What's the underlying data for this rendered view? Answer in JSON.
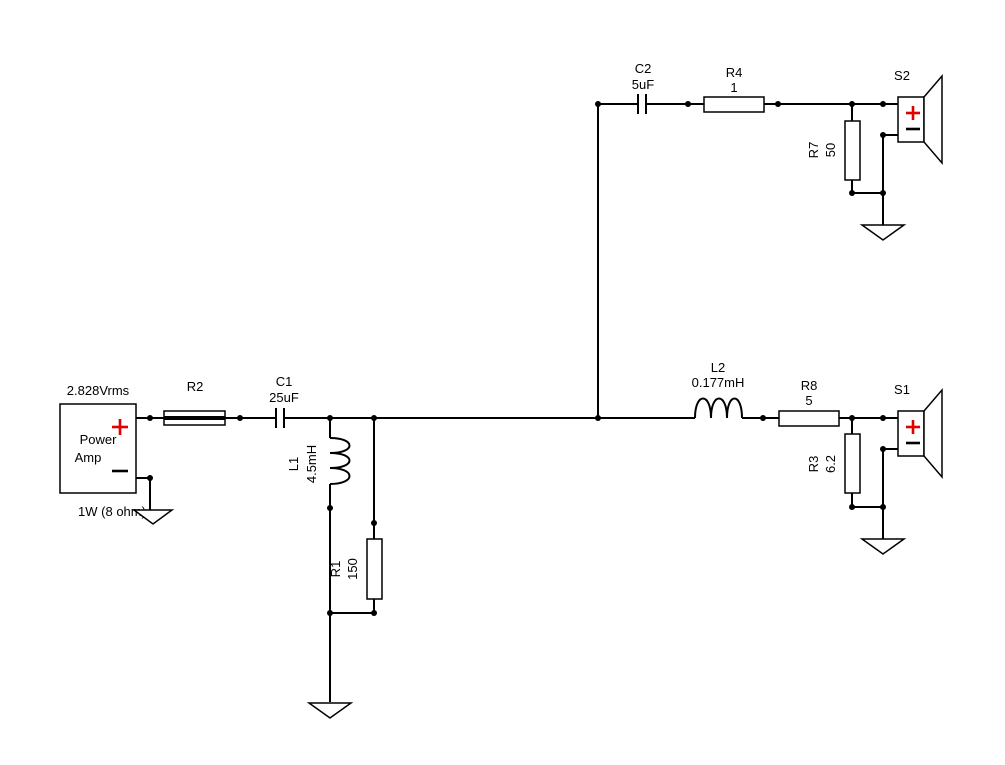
{
  "source": {
    "voltage": "2.828Vrms",
    "name_line1": "Power",
    "name_line2": "Amp",
    "rating": "1W (8 ohm)",
    "plus_color": "#e00000"
  },
  "components": {
    "R2": {
      "ref": "R2",
      "value": ""
    },
    "C1": {
      "ref": "C1",
      "value": "25uF"
    },
    "L1": {
      "ref": "L1",
      "value": "4.5mH"
    },
    "R1": {
      "ref": "R1",
      "value": "150"
    },
    "C2": {
      "ref": "C2",
      "value": "5uF"
    },
    "R4": {
      "ref": "R4",
      "value": "1"
    },
    "R7": {
      "ref": "R7",
      "value": "50"
    },
    "L2": {
      "ref": "L2",
      "value": "0.177mH"
    },
    "R8": {
      "ref": "R8",
      "value": "5"
    },
    "R3": {
      "ref": "R3",
      "value": "6.2"
    },
    "S1": {
      "ref": "S1"
    },
    "S2": {
      "ref": "S2"
    }
  }
}
